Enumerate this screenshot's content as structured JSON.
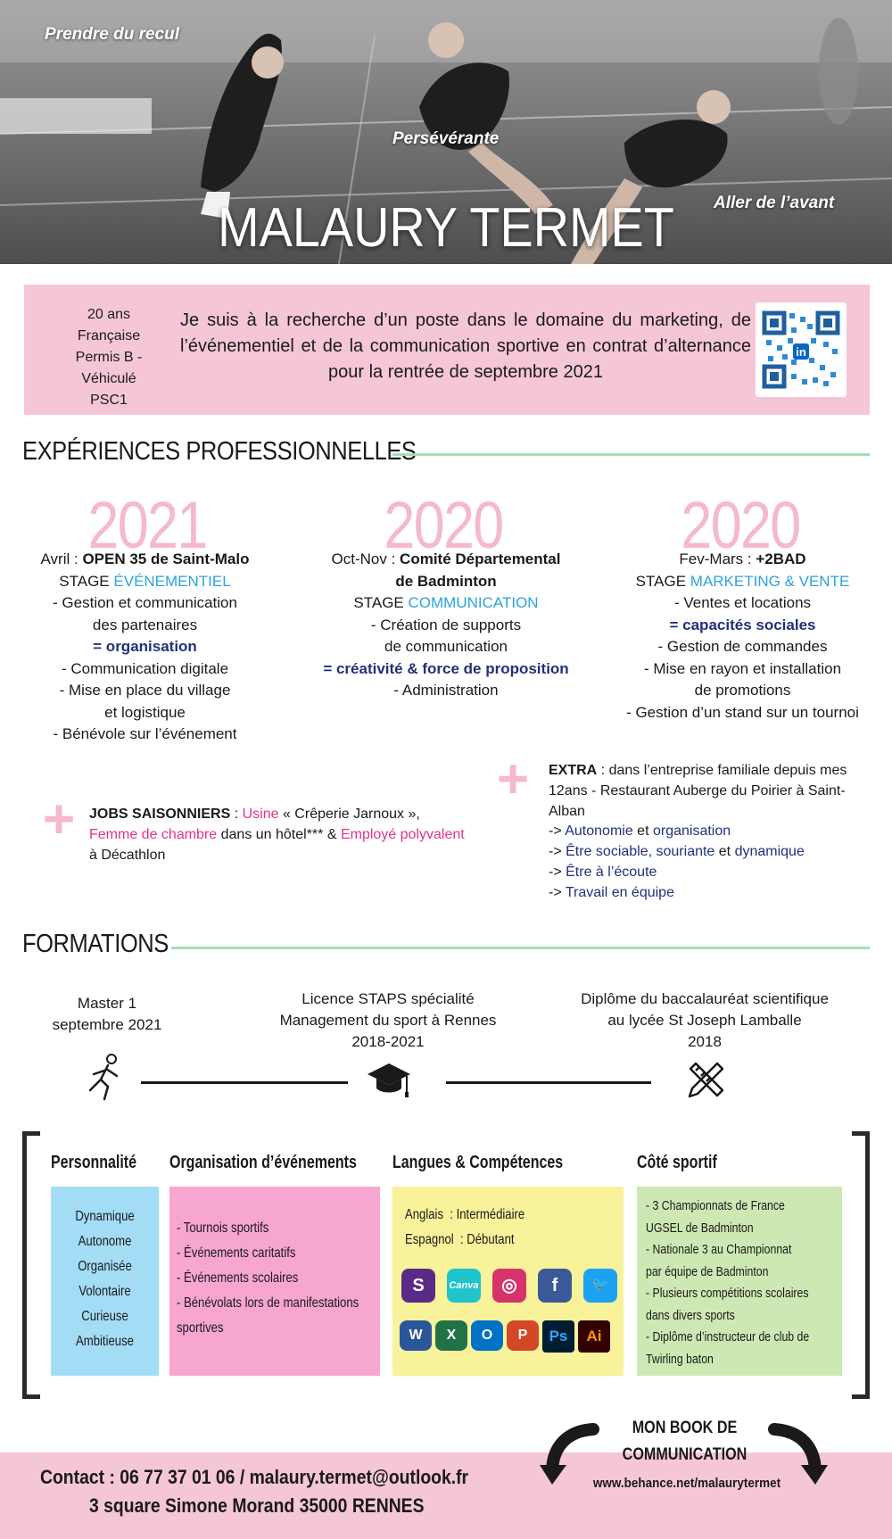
{
  "hero": {
    "tag1": "Prendre du recul",
    "tag2": "Persévérante",
    "tag3": "Aller de l’avant",
    "name": "MALAURY TERMET"
  },
  "profile": {
    "facts": [
      "20 ans",
      "Française",
      "Permis B - Véhiculé",
      "PSC1"
    ],
    "objective": "Je suis à la recherche d’un poste dans le domaine du marketing, de l’événementiel et de la communication sportive en contrat d’alternance pour la rentrée de septembre 2021",
    "qr_icon": "linkedin-qr-code"
  },
  "experiences": {
    "title": "EXPÉRIENCES PROFESSIONNELLES",
    "col1": {
      "year": "2021",
      "period": "Avril :",
      "place": "OPEN 35 de Saint-Malo",
      "stage": "STAGE",
      "stage_type": "ÉVÉNEMENTIEL",
      "line1": "-  Gestion  et  communication",
      "line2": "des partenaires",
      "skill": "= organisation",
      "line3": "- Communication digitale",
      "line4": "- Mise en place du village",
      "line5": "et logistique",
      "line6": "- Bénévole sur l’événement"
    },
    "col2": {
      "year": "2020",
      "period": "Oct-Nov :",
      "place1": "Comité Départemental",
      "place2": "de Badminton",
      "stage": "STAGE",
      "stage_type": "COMMUNICATION",
      "line1": "- Création de supports",
      "line2": "de communication",
      "skill": "= créativité & force de proposition",
      "line3": "- Administration"
    },
    "col3": {
      "year": "2020",
      "period": "Fev-Mars :",
      "place": "+2BAD",
      "stage": "STAGE",
      "stage_type": "MARKETING & VENTE",
      "line1": "- Ventes et locations",
      "skill": "= capacités sociales",
      "line2": "- Gestion de commandes",
      "line3": "- Mise en rayon et installation",
      "line4": "de promotions",
      "line5": "- Gestion d’un stand sur un tournoi"
    },
    "jobs": {
      "plus": "+",
      "label": "JOBS SAISONNIERS",
      "sep": " : ",
      "usine": "Usine",
      "usine_rest": " « Crêperie Jarnoux », ",
      "femme": "Femme de chambre",
      "hotel": " dans un hôtel*** & ",
      "employe": "Employé polyvalent",
      "end": " à Décathlon"
    },
    "extra": {
      "plus": "+",
      "label": "EXTRA",
      "intro": " : dans l’entreprise familiale depuis mes 12ans - Restaurant Auberge du Poirier à Saint-Alban",
      "arrow": "->",
      "q1a": "Autonomie",
      "et": " et ",
      "q1b": "organisation",
      "q2a": "Être sociable, souriante",
      "q2b": "dynamique",
      "q3": "Être à l’écoute",
      "q4": "Travail en équipe"
    }
  },
  "formations": {
    "title": "FORMATIONS",
    "f1": {
      "l1": "Master 1",
      "l2": "septembre 2021",
      "icon": "runner-icon"
    },
    "f2": {
      "l1": "Licence STAPS spécialité",
      "l2": "Management du sport à Rennes",
      "l3": "2018-2021",
      "icon": "graduation-cap-icon"
    },
    "f3": {
      "l1": "Diplôme  du  baccalauréat  scientifique",
      "l2": "au lycée St Joseph Lamballe",
      "l3": "2018",
      "icon": "pencil-ruler-icon"
    }
  },
  "skills": {
    "personnalite": {
      "title": "Personnalité",
      "items": [
        "Dynamique",
        "Autonome",
        "Organisée",
        "Volontaire",
        "Curieuse",
        "Ambitieuse"
      ]
    },
    "organisation": {
      "title": "Organisation d’événements",
      "items": [
        "- Tournois sportifs",
        "- Événements caritatifs",
        "- Événements scolaires",
        "- Bénévolats lors de manifestations",
        "sportives"
      ]
    },
    "langues": {
      "title": "Langues & Compétences",
      "l1a": "Anglais",
      "l1b": ": Intermédiaire",
      "l2a": "Espagnol",
      "l2b": ": Débutant",
      "apps": [
        {
          "name": "sway-icon",
          "glyph": "S",
          "color": "#5b2a86"
        },
        {
          "name": "canva-icon",
          "glyph": "Canva",
          "color": "#20c4cb"
        },
        {
          "name": "instagram-icon",
          "glyph": "◎",
          "color": "#d6336c"
        },
        {
          "name": "facebook-icon",
          "glyph": "f",
          "color": "#3b5998"
        },
        {
          "name": "twitter-icon",
          "glyph": "🐦",
          "color": "#1da1f2"
        }
      ],
      "apps2": [
        {
          "name": "word-icon",
          "glyph": "W",
          "color": "#2b579a"
        },
        {
          "name": "excel-icon",
          "glyph": "X",
          "color": "#217346"
        },
        {
          "name": "outlook-icon",
          "glyph": "O",
          "color": "#0072c6"
        },
        {
          "name": "powerpoint-icon",
          "glyph": "P",
          "color": "#d24726"
        },
        {
          "name": "photoshop-icon",
          "glyph": "Ps",
          "color": "#001d34"
        },
        {
          "name": "illustrator-icon",
          "glyph": "Ai",
          "color": "#330000"
        }
      ]
    },
    "sport": {
      "title": "Côté sportif",
      "items": [
        "- 3 Championnats  de France",
        "UGSEL de Badminton",
        "- Nationale 3 au Championnat",
        "par équipe de Badminton",
        "- Plusieurs compétitions scolaires",
        "dans divers  sports",
        "- Diplôme d’instructeur de club de",
        "Twirling baton"
      ]
    }
  },
  "footer": {
    "contact": "Contact : 06 77 37 01 06 / malaury.termet@outlook.fr",
    "address": "3 square Simone Morand 35000 RENNES",
    "book1": "MON   BOOK   DE",
    "book2": "COMMUNICATION",
    "url": "www.behance.net/malaurytermet"
  },
  "colors": {
    "pink": "#f5c6d7",
    "green": "#a8dcb4",
    "blue": "#a3dcf5",
    "rose": "#f6a6cf",
    "yellow": "#f8f29a",
    "lightgreen": "#cde8b3"
  }
}
